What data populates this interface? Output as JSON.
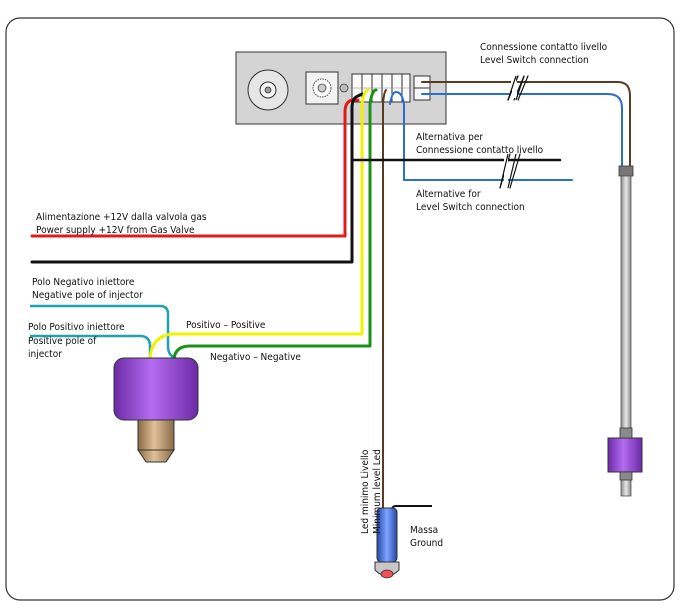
{
  "labels": {
    "level_switch_it": "Connessione contatto livello",
    "level_switch_en": "Level Switch connection",
    "alt_it_1": "Alternativa per",
    "alt_it_2": "Connessione contatto livello",
    "alt_en_1": "Alternative for",
    "alt_en_2": "Level Switch connection",
    "power_it": "Alimentazione +12V  dalla valvola gas",
    "power_en": "Power supply +12V from Gas Valve",
    "neg_pole_it": "Polo Negativo iniettore",
    "neg_pole_en": "Negative pole of injector",
    "pos_pole_it": "Polo Positivo iniettore",
    "pos_pole_en_1": "Positive pole of",
    "pos_pole_en_2": "injector",
    "positivo": "Positivo – Positive",
    "negativo": "Negativo – Negative",
    "led_it": "Led minimo Livello",
    "led_en": "Minimum level Led",
    "massa_it": "Massa",
    "massa_en": "Ground"
  },
  "colors": {
    "red": "#e11b1b",
    "yellow": "#f2f200",
    "green": "#1a8f1a",
    "blue": "#2a6fc9",
    "black": "#111111",
    "brown": "#5a3a22",
    "teal": "#1fa3b0",
    "purple": "#9b46d9"
  }
}
